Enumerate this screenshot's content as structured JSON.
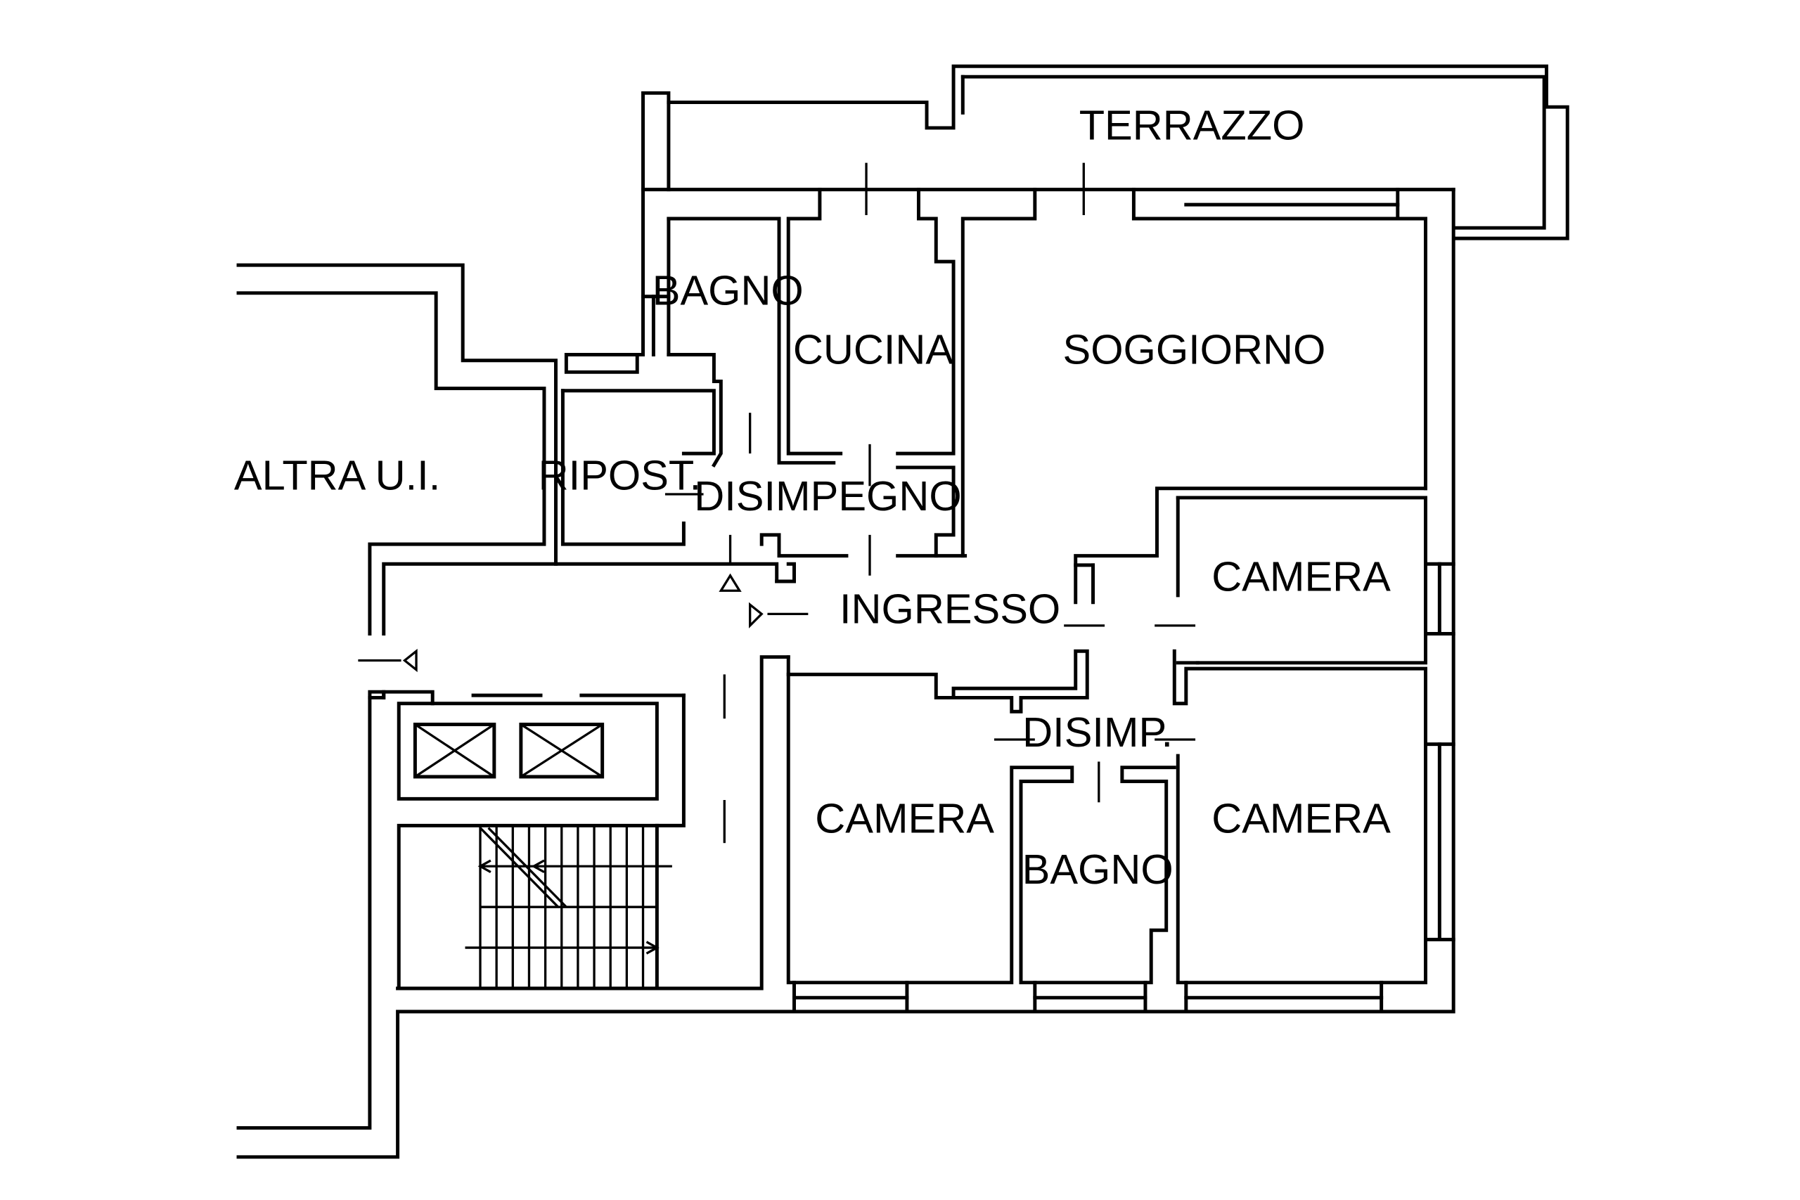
{
  "rooms": {
    "terrazzo": "TERRAZZO",
    "bagno_top": "BAGNO",
    "cucina": "CUCINA",
    "soggiorno": "SOGGIORNO",
    "altra_ui": "ALTRA U.I.",
    "ripost": "RIPOST.",
    "disimpegno": "DISIMPEGNO",
    "camera_right_top": "CAMERA",
    "ingresso": "INGRESSO",
    "disimp": "DISIMP.",
    "camera_left": "CAMERA",
    "bagno_bottom": "BAGNO",
    "camera_right_bottom": "CAMERA"
  }
}
